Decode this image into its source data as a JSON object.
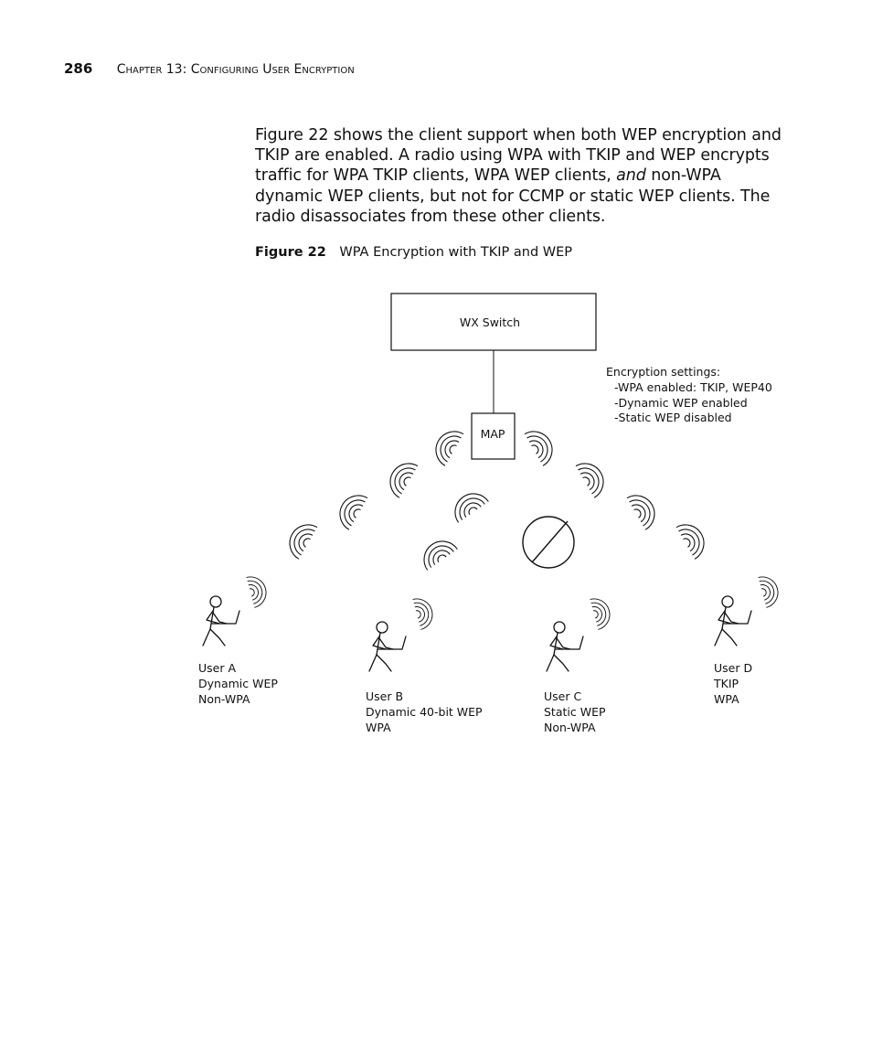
{
  "header": {
    "page_number": "286",
    "chapter": "Chapter 13: Configuring User Encryption"
  },
  "body": {
    "text_before": "Figure 22 shows the client support when both WEP encryption and TKIP are enabled. A radio using WPA with TKIP and WEP encrypts traffic for WPA TKIP clients, WPA WEP clients, ",
    "text_italic": "and",
    "text_after": " non-WPA dynamic WEP clients, but not for CCMP or static WEP clients. The radio disassociates from these other clients."
  },
  "figure": {
    "label": "Figure 22",
    "title": "WPA Encryption with TKIP and WEP",
    "switch_label": "WX Switch",
    "map_label": "MAP",
    "settings": [
      "Encryption settings:",
      "-WPA enabled: TKIP, WEP40",
      "-Dynamic WEP enabled",
      "-Static WEP disabled"
    ],
    "users": [
      {
        "lines": [
          "User A",
          "Dynamic WEP",
          "Non-WPA"
        ]
      },
      {
        "lines": [
          "User B",
          "Dynamic 40-bit WEP",
          "WPA"
        ]
      },
      {
        "lines": [
          "User C",
          "Static WEP",
          "Non-WPA"
        ]
      },
      {
        "lines": [
          "User D",
          "TKIP",
          "WPA"
        ]
      }
    ]
  }
}
